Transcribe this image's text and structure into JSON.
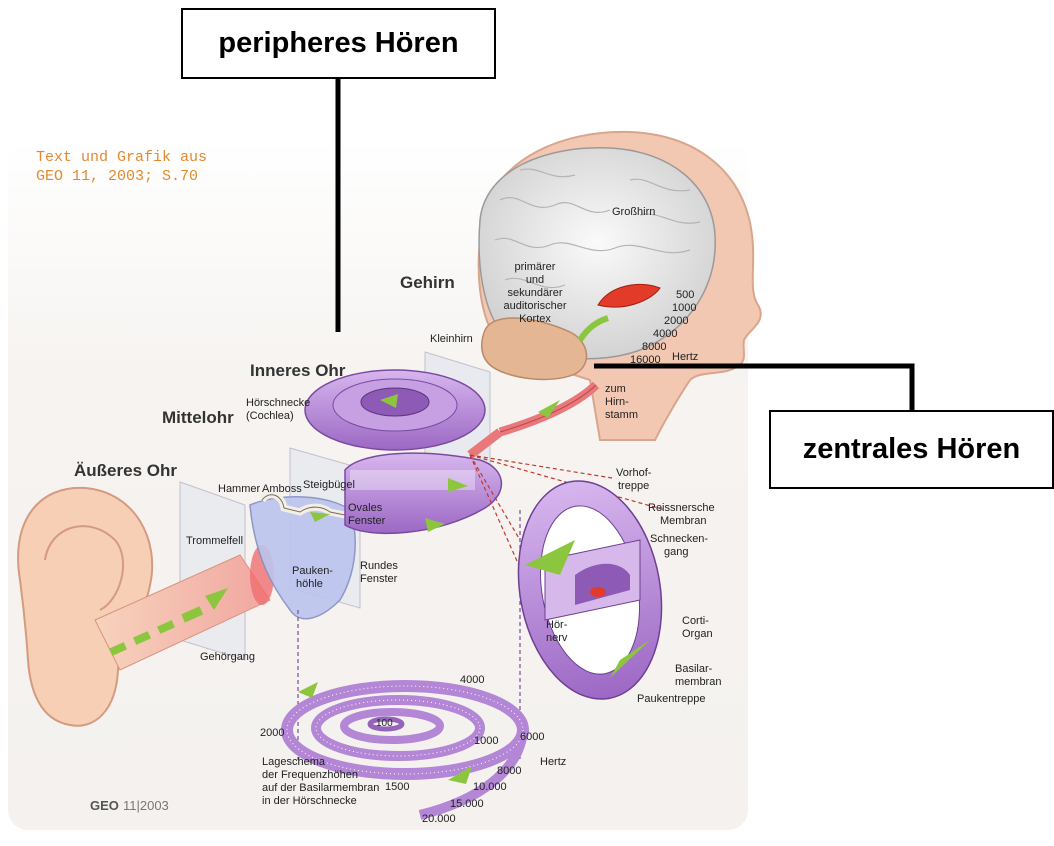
{
  "callouts": {
    "peripheral": "peripheres Hören",
    "central": "zentrales Hören"
  },
  "credit": {
    "line1": "Text und Grafik aus",
    "line2": "GEO 11, 2003; S.70"
  },
  "sections": {
    "outer_ear": "Äußeres Ohr",
    "middle_ear": "Mittelohr",
    "inner_ear": "Inneres Ohr",
    "brain": "Gehirn"
  },
  "brain_labels": {
    "cerebrum": "Großhirn",
    "cortex_l1": "primärer",
    "cortex_l2": "und",
    "cortex_l3": "sekundärer",
    "cortex_l4": "auditorischer",
    "cortex_l5": "Kortex",
    "cerebellum": "Kleinhirn",
    "stem_l1": "zum",
    "stem_l2": "Hirn-",
    "stem_l3": "stamm",
    "hertz": "Hertz",
    "freqs": [
      "500",
      "1000",
      "2000",
      "4000",
      "8000",
      "16000"
    ]
  },
  "ear_labels": {
    "cochlea_l1": "Hörschnecke",
    "cochlea_l2": "(Cochlea)",
    "hammer": "Hammer",
    "anvil": "Amboss",
    "stirrup": "Steigbügel",
    "oval_l1": "Ovales",
    "oval_l2": "Fenster",
    "round_l1": "Rundes",
    "round_l2": "Fenster",
    "eardrum": "Trommelfell",
    "tympanic_l1": "Pauken-",
    "tympanic_l2": "höhle",
    "ear_canal": "Gehörgang"
  },
  "section_labels": {
    "vestibuli_l1": "Vorhof-",
    "vestibuli_l2": "treppe",
    "reissner_l1": "Reissnersche",
    "reissner_l2": "Membran",
    "duct_l1": "Schnecken-",
    "duct_l2": "gang",
    "nerve_l1": "Hör-",
    "nerve_l2": "nerv",
    "corti_l1": "Corti-",
    "corti_l2": "Organ",
    "basilar_l1": "Basilar-",
    "basilar_l2": "membran",
    "tympani": "Paukentreppe"
  },
  "spiral_labels": {
    "caption_l1": "Lageschema",
    "caption_l2": "der Frequenzhöhen",
    "caption_l3": "auf der Basilarmembran",
    "caption_l4": "in der Hörschnecke",
    "hertz": "Hertz",
    "f100": "100",
    "f1000": "1000",
    "f1500": "1500",
    "f2000": "2000",
    "f4000": "4000",
    "f6000": "6000",
    "f8000": "8000",
    "f10000": "10.000",
    "f15000": "15.000",
    "f20000": "20.000"
  },
  "source": {
    "label": "GEO",
    "issue": "11|2003"
  },
  "colors": {
    "purple": "#b486d6",
    "purple_dark": "#7a4aa0",
    "green": "#8cc63f",
    "skin": "#f6c9a8",
    "brain": "#e8e8e8",
    "orange_text": "#e08a30",
    "nerve": "#e9787a"
  }
}
